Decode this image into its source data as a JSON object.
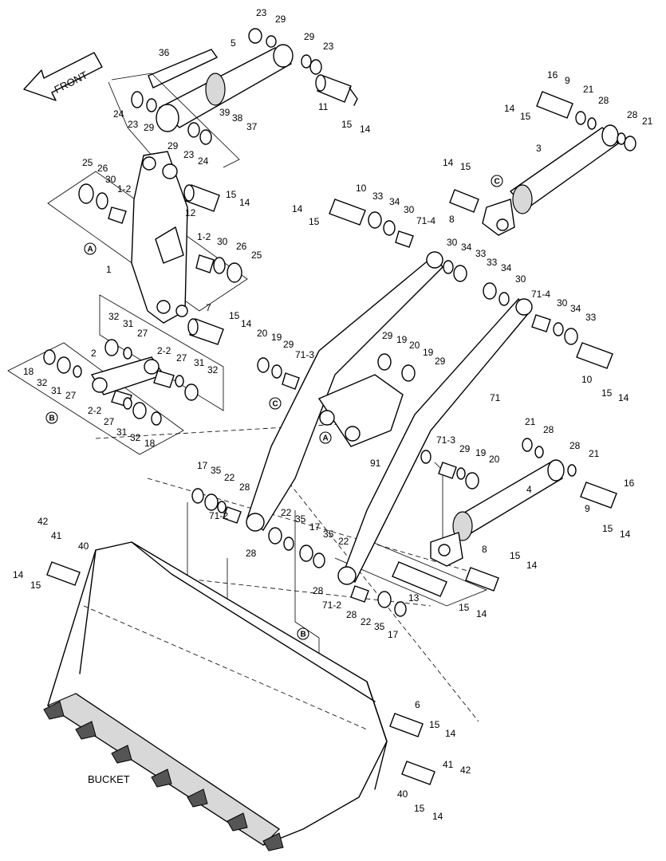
{
  "front_label": "FRONT",
  "bucket_label": "BUCKET",
  "ref_markers": [
    "A",
    "B",
    "C"
  ],
  "part_numbers": [
    "1",
    "1-2",
    "2",
    "2-2",
    "3",
    "4",
    "5",
    "6",
    "7",
    "8",
    "9",
    "10",
    "11",
    "12",
    "13",
    "14",
    "15",
    "16",
    "17",
    "18",
    "19",
    "20",
    "21",
    "22",
    "23",
    "24",
    "25",
    "26",
    "27",
    "28",
    "29",
    "30",
    "31",
    "32",
    "33",
    "34",
    "35",
    "36",
    "37",
    "38",
    "39",
    "40",
    "41",
    "42",
    "71",
    "71-2",
    "71-3",
    "71-4",
    "91"
  ]
}
